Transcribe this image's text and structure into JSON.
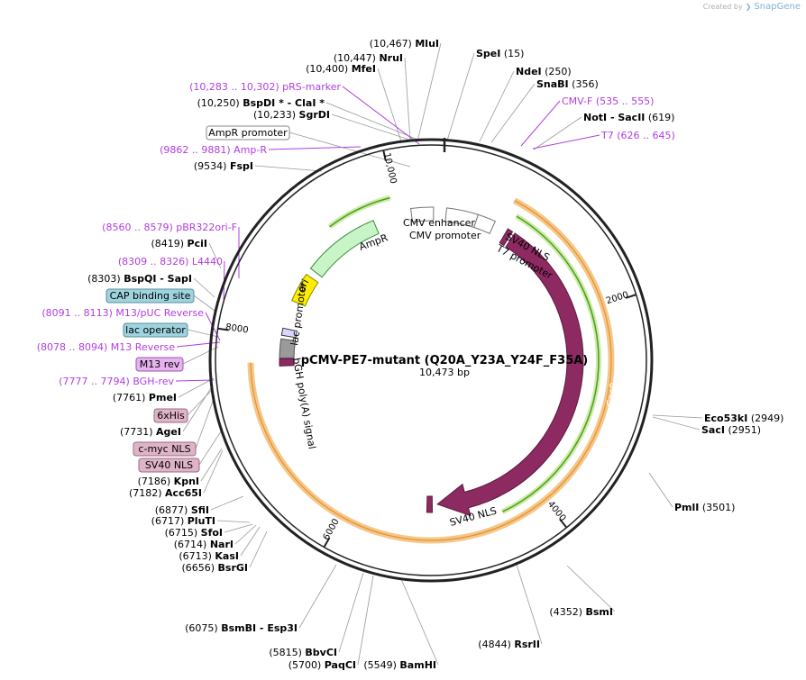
{
  "branding": {
    "created_by": "Created by",
    "product": "SnapGene"
  },
  "plasmid": {
    "name": "pCMV-PE7-mutant (Q20A_Y23A_Y24F_F35A)",
    "size": "10,473 bp"
  },
  "ticks": [
    {
      "bp": 10000,
      "label": "10,000"
    },
    {
      "bp": 2000,
      "label": "2000"
    },
    {
      "bp": 4000,
      "label": "4000"
    },
    {
      "bp": 6000,
      "label": "6000"
    },
    {
      "bp": 8000,
      "label": "8000"
    }
  ],
  "site_labels": [
    {
      "id": "mlui",
      "pos": "(10,467)",
      "name": "MluI"
    },
    {
      "id": "nrui",
      "pos": "(10,447)",
      "name": "NruI"
    },
    {
      "id": "mfei",
      "pos": "(10,400)",
      "name": "MfeI"
    },
    {
      "id": "spei",
      "pos": "(15)",
      "name": "SpeI",
      "after": true
    },
    {
      "id": "ndei",
      "pos": "(250)",
      "name": "NdeI",
      "after": true
    },
    {
      "id": "snabi",
      "pos": "(356)",
      "name": "SnaBI",
      "after": true
    },
    {
      "id": "noti",
      "pos": "(619)",
      "name": "NotI  - SacII",
      "after": true
    },
    {
      "id": "bspdi",
      "pos": "(10,250)",
      "name": "BspDI *  - ClaI *"
    },
    {
      "id": "sgrdi",
      "pos": "(10,233)",
      "name": "SgrDI"
    },
    {
      "id": "fspi",
      "pos": "(9534)",
      "name": "FspI"
    },
    {
      "id": "pcii",
      "pos": "(8419)",
      "name": "PciI"
    },
    {
      "id": "bspqi",
      "pos": "(8303)",
      "name": "BspQI  - SapI"
    },
    {
      "id": "pmei",
      "pos": "(7761)",
      "name": "PmeI"
    },
    {
      "id": "agei",
      "pos": "(7731)",
      "name": "AgeI"
    },
    {
      "id": "kpni",
      "pos": "(7186)",
      "name": "KpnI"
    },
    {
      "id": "acc65i",
      "pos": "(7182)",
      "name": "Acc65I"
    },
    {
      "id": "sfii",
      "pos": "(6877)",
      "name": "SfiI"
    },
    {
      "id": "pluti",
      "pos": "(6717)",
      "name": "PluTI"
    },
    {
      "id": "sfoi",
      "pos": "(6715)",
      "name": "SfoI"
    },
    {
      "id": "nari",
      "pos": "(6714)",
      "name": "NarI"
    },
    {
      "id": "kasi",
      "pos": "(6713)",
      "name": "KasI"
    },
    {
      "id": "bsrgi",
      "pos": "(6656)",
      "name": "BsrGI"
    },
    {
      "id": "bsmbi",
      "pos": "(6075)",
      "name": "BsmBI  - Esp3I"
    },
    {
      "id": "bbvci",
      "pos": "(5815)",
      "name": "BbvCI"
    },
    {
      "id": "paqci",
      "pos": "(5700)",
      "name": "PaqCI"
    },
    {
      "id": "bamhi",
      "pos": "(5549)",
      "name": "BamHI"
    },
    {
      "id": "rsrii",
      "pos": "(4844)",
      "name": "RsrII"
    },
    {
      "id": "bsmi",
      "pos": "(4352)",
      "name": "BsmI"
    },
    {
      "id": "pmli",
      "pos": "(3501)",
      "name": "PmlI",
      "after": true
    },
    {
      "id": "eco53ki",
      "pos": "(2949)",
      "name": "Eco53kI",
      "after": true
    },
    {
      "id": "saci",
      "pos": "(2951)",
      "name": "SacI",
      "after": true
    }
  ],
  "primer_labels": [
    {
      "id": "prs",
      "text": "(10,283 .. 10,302)  pRS-marker"
    },
    {
      "id": "cmvf",
      "text": "CMV-F   (535 .. 555)"
    },
    {
      "id": "t7",
      "text": "T7   (626 .. 645)"
    },
    {
      "id": "ampr",
      "text": "(9862 .. 9881)  Amp-R"
    },
    {
      "id": "pbr",
      "text": "(8560 .. 8579)  pBR322ori-F"
    },
    {
      "id": "l4440",
      "text": "(8309 .. 8326)  L4440"
    },
    {
      "id": "m13puc",
      "text": "(8091 .. 8113)  M13/pUC Reverse"
    },
    {
      "id": "m13rev",
      "text": "(8078 .. 8094)  M13 Reverse"
    },
    {
      "id": "bgh",
      "text": "(7777 .. 7794)  BGH-rev"
    }
  ],
  "box_labels": [
    {
      "id": "amprp",
      "text": "AmpR promoter",
      "fill": "#ffffff",
      "stroke": "#888888"
    },
    {
      "id": "cap",
      "text": "CAP binding site",
      "fill": "#9fd3df",
      "stroke": "#5a8f9a"
    },
    {
      "id": "lacop",
      "text": "lac operator",
      "fill": "#9fd3df",
      "stroke": "#5a8f9a"
    },
    {
      "id": "m13revbox",
      "text": "M13 rev",
      "fill": "#e6b3f0",
      "stroke": "#9a5aa8"
    },
    {
      "id": "sixhis",
      "text": "6xHis",
      "fill": "#dfb3c8",
      "stroke": "#9a6b82"
    },
    {
      "id": "cmyc",
      "text": "c-myc NLS",
      "fill": "#dfb3c8",
      "stroke": "#9a6b82"
    },
    {
      "id": "sv40box",
      "text": "SV40 NLS",
      "fill": "#dfb3c8",
      "stroke": "#9a6b82"
    }
  ],
  "features": [
    {
      "id": "cmvenh",
      "text": "CMV enhancer"
    },
    {
      "id": "cmvprom",
      "text": "CMV promoter"
    },
    {
      "id": "sv40nls1",
      "text": "SV40 NLS"
    },
    {
      "id": "t7prom",
      "text": "T7 promoter"
    },
    {
      "id": "cas9",
      "text": "Cas9"
    },
    {
      "id": "sv40nls2",
      "text": "SV40 NLS"
    },
    {
      "id": "amprfeat",
      "text": "AmpR"
    },
    {
      "id": "ori",
      "text": "ori"
    },
    {
      "id": "lacprom",
      "text": "lac promoter"
    },
    {
      "id": "bghpa",
      "text": "bGH poly(A) signal"
    }
  ],
  "colors": {
    "backbone": "#222222",
    "cas9": "#8e2a62",
    "ampr": "#c8f5c8",
    "ori": "#ffee00",
    "orf_orange": "#f4a93a",
    "orf_green": "#5fb52a",
    "primer": "#b03de0",
    "bgh": "#9a9a9a"
  }
}
